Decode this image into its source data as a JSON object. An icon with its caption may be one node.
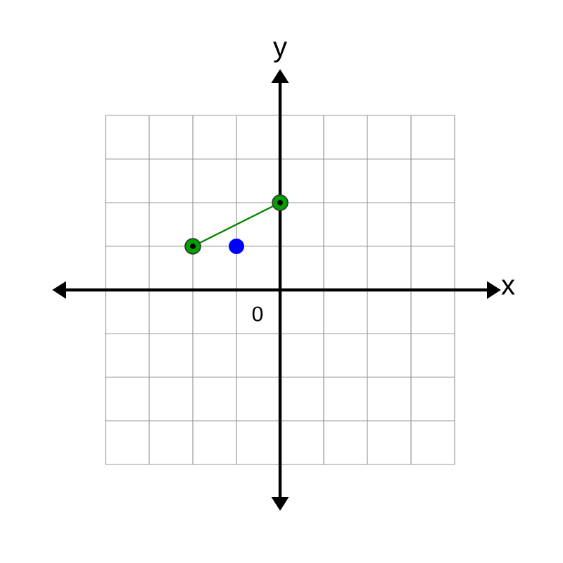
{
  "diagram": {
    "nodes": [
      {
        "text": [],
        "shape": "circle"
      },
      {
        "text": [],
        "shape": "circle"
      },
      {
        "text": [],
        "shape": "circle"
      }
    ],
    "edges": [
      {
        "from": 0,
        "to": 1,
        "arrow": "none"
      }
    ],
    "labels": [
      "y",
      "x",
      "0"
    ]
  }
}
